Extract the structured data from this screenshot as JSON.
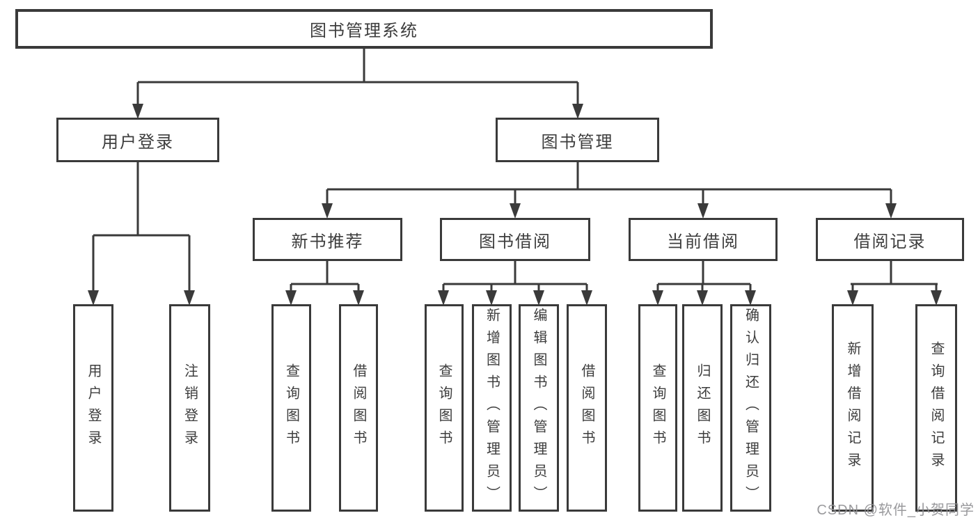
{
  "tree": {
    "root": {
      "label": "图书管理系统"
    },
    "user_login": {
      "label": "用户登录",
      "children": [
        {
          "label": "用户登录"
        },
        {
          "label": "注销登录"
        }
      ]
    },
    "book_mgmt": {
      "label": "图书管理",
      "groups": [
        {
          "label": "新书推荐",
          "children": [
            {
              "label": "查询图书"
            },
            {
              "label": "借阅图书"
            }
          ]
        },
        {
          "label": "图书借阅",
          "children": [
            {
              "label": "查询图书"
            },
            {
              "label": "新增图书（管理员）"
            },
            {
              "label": "编辑图书（管理员）"
            },
            {
              "label": "借阅图书"
            }
          ]
        },
        {
          "label": "当前借阅",
          "children": [
            {
              "label": "查询图书"
            },
            {
              "label": "归还图书"
            },
            {
              "label": "确认归还（管理员）"
            }
          ]
        },
        {
          "label": "借阅记录",
          "children": [
            {
              "label": "新增借阅记录"
            },
            {
              "label": "查询借阅记录"
            }
          ]
        }
      ]
    }
  },
  "watermark": {
    "text": "CSDN @软件_小贺同学",
    "color": "#909094"
  },
  "colors": {
    "line": "#3a3a3a",
    "box_border": "#3a3a3a",
    "text": "#3d3d3d",
    "background": "#ffffff"
  }
}
